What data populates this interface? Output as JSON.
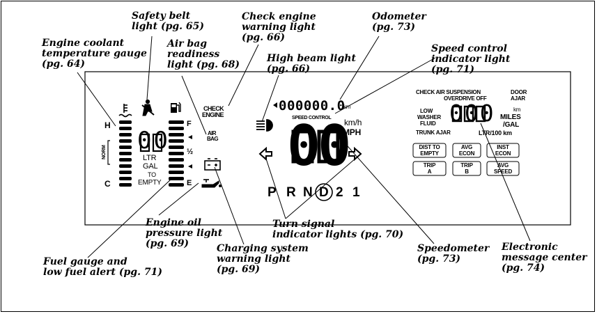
{
  "callouts": {
    "safety_belt": "Safety belt\nlight (pg. 65)",
    "check_engine": "Check engine\nwarning light\n(pg. 66)",
    "odometer": "Odometer\n(pg. 73)",
    "coolant": "Engine coolant\ntemperature gauge\n(pg. 64)",
    "airbag": "Air bag\nreadiness\nlight (pg. 68)",
    "speed_control": "Speed control\nindicator light\n(pg. 71)",
    "high_beam": "High beam light\n(pg. 66)",
    "oil": "Engine oil\npressure light\n(pg. 69)",
    "turn_signal": "Turn signal\nindicator lights (pg. 70)",
    "charging": "Charging system\nwarning light\n(pg. 69)",
    "fuel": "Fuel gauge and\nlow fuel alert (pg. 71)",
    "speedometer": "Speedometer\n(pg. 73)",
    "message_center": "Electronic\nmessage center\n(pg. 74)"
  },
  "panel": {
    "temp_hot": "H",
    "temp_cold": "C",
    "norm": "NORM",
    "fuel_digits": "00",
    "ltr": "LTR",
    "gal": "GAL",
    "to": "TO",
    "empty": "EMPTY",
    "fuel_full": "F",
    "fuel_half": "½",
    "fuel_empty": "E",
    "check": "CHECK",
    "engine": "ENGINE",
    "air": "AIR",
    "bag": "BAG",
    "odometer_digits": "000000.0",
    "km": "km",
    "speed_control": "SPEED CONTROL",
    "speed_digits": "00",
    "kmh": "km/h",
    "mph": "MPH",
    "gears": [
      "P",
      "R",
      "N",
      "D",
      "2",
      "1"
    ]
  },
  "message_center": {
    "check_air_suspension": "CHECK AIR SUSPENSION",
    "overdrive_off": "OVERDRIVE OFF",
    "door": "DOOR",
    "ajar": "AJAR",
    "low": "LOW",
    "washer": "WASHER",
    "fluid": "FLUID",
    "trunk_ajar": "TRUNK AJAR",
    "digits": "000",
    "km": "km",
    "miles": "MILES",
    "per_gal": "/GAL",
    "ltr_100km": "LTR/100 km",
    "buttons": [
      {
        "l1": "DIST TO",
        "l2": "EMPTY"
      },
      {
        "l1": "AVG",
        "l2": "ECON"
      },
      {
        "l1": "INST",
        "l2": "ECON"
      },
      {
        "l1": "TRIP",
        "l2": "A"
      },
      {
        "l1": "TRIP",
        "l2": "B"
      },
      {
        "l1": "AVG",
        "l2": "SPEED"
      }
    ]
  }
}
